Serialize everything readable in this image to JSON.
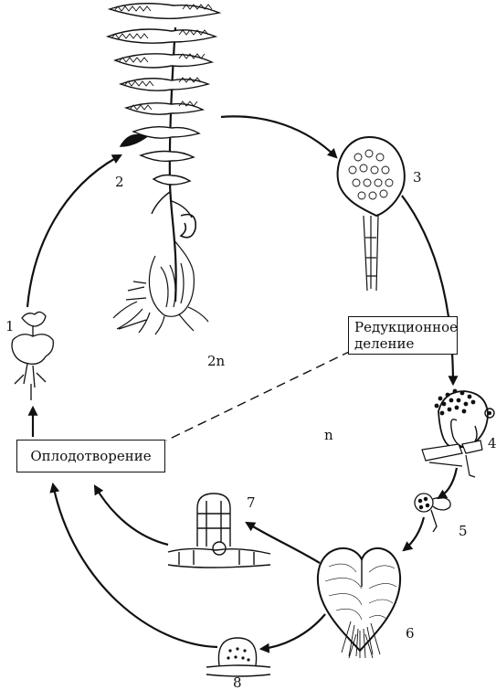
{
  "labels": {
    "stage_1": "1",
    "stage_2": "2",
    "stage_3": "3",
    "stage_4": "4",
    "stage_5": "5",
    "stage_6": "6",
    "stage_7": "7",
    "stage_8": "8",
    "diploid": "2n",
    "haploid": "n"
  },
  "boxes": {
    "reduction_line1": "Редукционное",
    "reduction_line2": "деление",
    "fertilization": "Оплодотворение"
  },
  "colors": {
    "ink": "#111111",
    "background": "#ffffff"
  }
}
